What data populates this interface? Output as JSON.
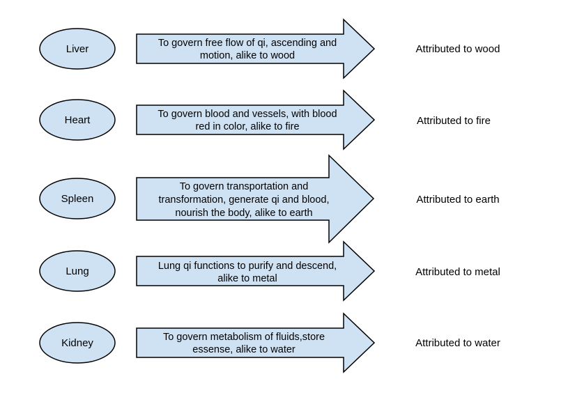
{
  "colors": {
    "shape_fill": "#cfe2f3",
    "stroke": "#000000",
    "text": "#000000"
  },
  "rows": [
    {
      "organ": "Liver",
      "function_lines": [
        "To govern free flow of qi, ascending and",
        "motion, alike to wood"
      ],
      "attribute": "Attributed to wood"
    },
    {
      "organ": "Heart",
      "function_lines": [
        "To govern blood and vessels, with blood",
        "red in color, alike to fire"
      ],
      "attribute": "Attributed to fire"
    },
    {
      "organ": "Spleen",
      "function_lines": [
        "To govern transportation and",
        "transformation, generate qi and blood,",
        "nourish the body, alike to earth"
      ],
      "attribute": "Attributed to earth"
    },
    {
      "organ": "Lung",
      "function_lines": [
        "Lung qi functions to purify and descend,",
        "alike to metal"
      ],
      "attribute": "Attributed to metal"
    },
    {
      "organ": "Kidney",
      "function_lines": [
        "To govern metabolism of fluids,store",
        "essense, alike to water"
      ],
      "attribute": "Attributed to water"
    }
  ]
}
